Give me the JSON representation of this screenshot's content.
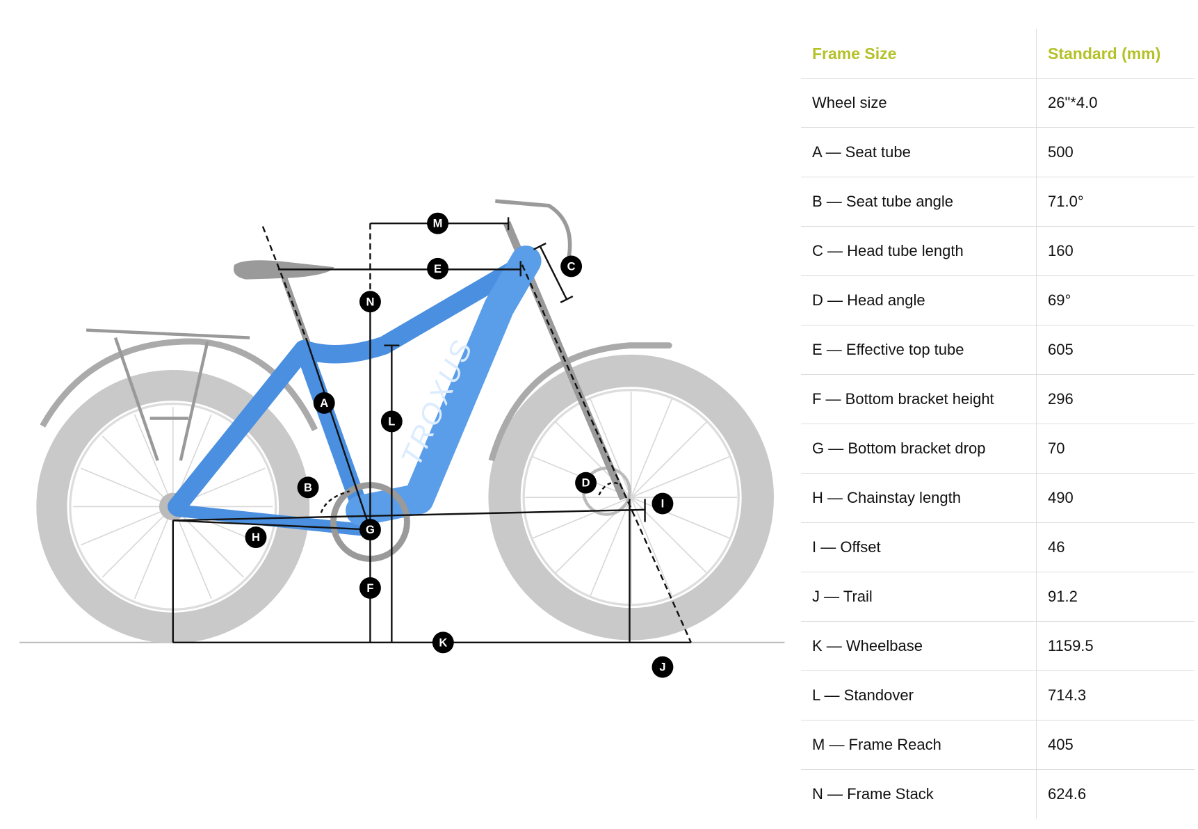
{
  "table": {
    "headers": [
      "Frame Size",
      "Standard (mm)"
    ],
    "rows": [
      [
        "Wheel size",
        "26\"*4.0"
      ],
      [
        "A — Seat tube",
        "500"
      ],
      [
        "B — Seat tube angle",
        "71.0°"
      ],
      [
        "C — Head tube length",
        "160"
      ],
      [
        "D — Head angle",
        "69°"
      ],
      [
        "E — Effective top tube",
        "605"
      ],
      [
        "F — Bottom bracket height",
        "296"
      ],
      [
        "G — Bottom bracket drop",
        "70"
      ],
      [
        "H — Chainstay length",
        "490"
      ],
      [
        "I — Offset",
        "46"
      ],
      [
        "J — Trail",
        "91.2"
      ],
      [
        "K — Wheelbase",
        "1159.5"
      ],
      [
        "L — Standover",
        "714.3"
      ],
      [
        "M — Frame Reach",
        "405"
      ],
      [
        "N — Frame Stack",
        "624.6"
      ]
    ]
  },
  "diagram": {
    "brand": "TROXUS",
    "markers": [
      "A",
      "B",
      "C",
      "D",
      "E",
      "F",
      "G",
      "H",
      "I",
      "J",
      "K",
      "L",
      "M",
      "N"
    ],
    "frame_color": "#4a90e2",
    "header_color": "#b4c128"
  }
}
